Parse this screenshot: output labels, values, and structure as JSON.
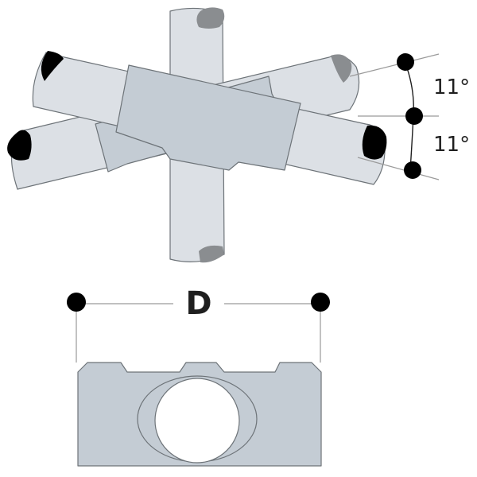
{
  "angle_top": {
    "value": 11,
    "label": "11°"
  },
  "angle_bottom": {
    "value": 11,
    "label": "11°"
  },
  "dimension_label": "D",
  "colors": {
    "tube_fill": "#dce0e5",
    "fitting_fill": "#c4ccd4",
    "outline": "#6d7378",
    "tube_end": "#000000",
    "tube_end_grey": "#8a8d90",
    "dimension_line": "#9a9a9a",
    "dot": "#000000"
  }
}
